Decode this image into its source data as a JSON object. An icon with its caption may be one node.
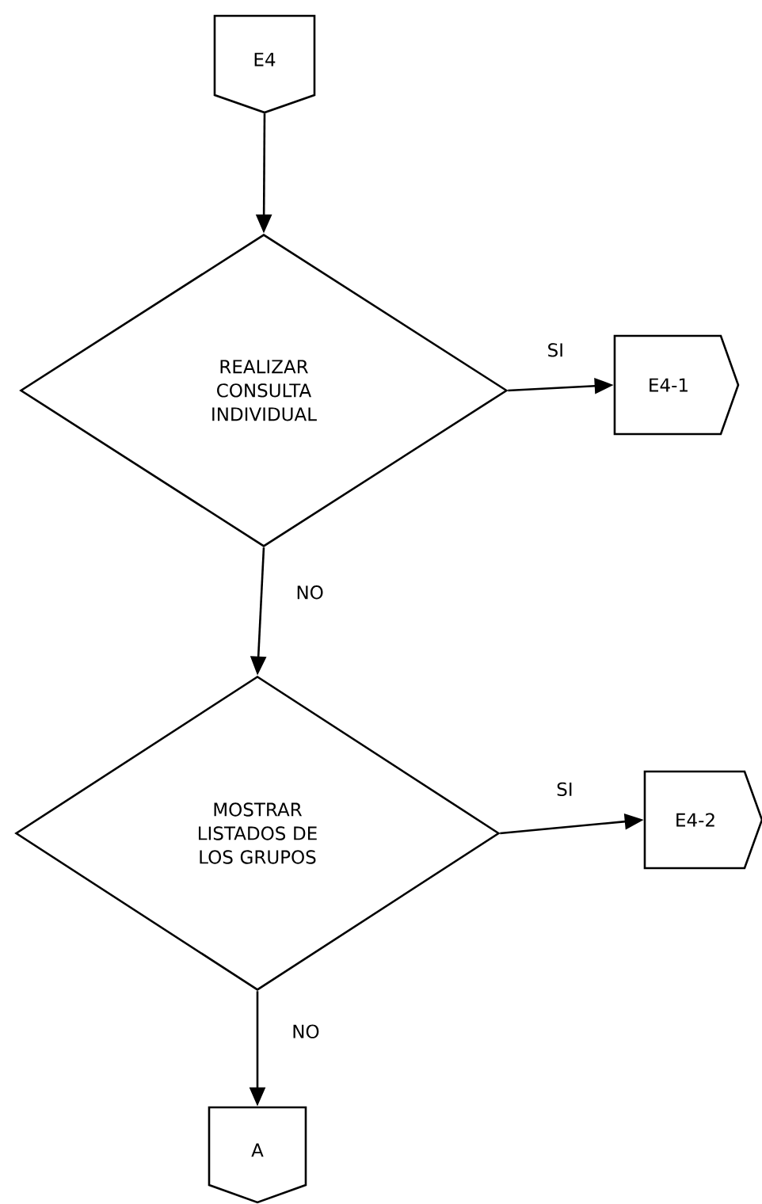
{
  "diagram": {
    "nodes": [
      {
        "text": [
          "E4"
        ]
      },
      {
        "text": [
          "REALIZAR CONSULTA INDIVIDUAL"
        ]
      },
      {
        "text": [
          "E4-1"
        ]
      },
      {
        "text": [
          "MOSTRAR LISTADOS DE LOS GRUPOS"
        ]
      },
      {
        "text": [
          "E4-2"
        ]
      },
      {
        "text": [
          "A"
        ]
      }
    ],
    "edges": [
      {
        "from": 0,
        "to": 1,
        "arrow": "to"
      },
      {
        "from": 1,
        "to": 2,
        "arrow": "to",
        "label": "SI"
      },
      {
        "from": 1,
        "to": 3,
        "arrow": "to",
        "label": "NO"
      },
      {
        "from": 3,
        "to": 4,
        "arrow": "to",
        "label": "SI"
      },
      {
        "from": 3,
        "to": 5,
        "arrow": "to",
        "label": "NO"
      }
    ]
  }
}
